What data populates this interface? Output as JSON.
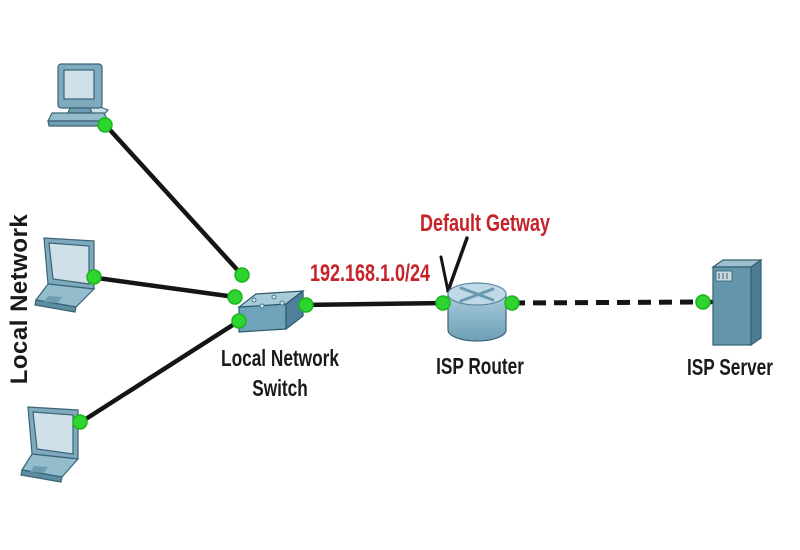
{
  "diagram": {
    "type": "network-topology",
    "side_label": "Local Network",
    "annotations": {
      "subnet_label": "192.168.1.0/24",
      "gateway_label": "Default Getway"
    },
    "device_labels": {
      "switch": "Local Network Switch",
      "router": "ISP Router",
      "server": "ISP Server"
    },
    "nodes": [
      {
        "id": "pc1",
        "type": "desktop-pc",
        "zone": "Local Network"
      },
      {
        "id": "laptop1",
        "type": "laptop",
        "zone": "Local Network"
      },
      {
        "id": "laptop2",
        "type": "laptop",
        "zone": "Local Network"
      },
      {
        "id": "switch1",
        "type": "switch",
        "label": "Local Network Switch",
        "zone": "Local Network"
      },
      {
        "id": "router1",
        "type": "router",
        "label": "ISP Router",
        "annotation": "Default Getway"
      },
      {
        "id": "server1",
        "type": "server",
        "label": "ISP Server"
      }
    ],
    "links": [
      {
        "from": "pc1",
        "to": "switch1",
        "style": "solid",
        "status": "up"
      },
      {
        "from": "laptop1",
        "to": "switch1",
        "style": "solid",
        "status": "up"
      },
      {
        "from": "laptop2",
        "to": "switch1",
        "style": "solid",
        "status": "up"
      },
      {
        "from": "switch1",
        "to": "router1",
        "style": "solid",
        "status": "up",
        "subnet": "192.168.1.0/24"
      },
      {
        "from": "router1",
        "to": "server1",
        "style": "dashed",
        "status": "up"
      }
    ],
    "colors": {
      "annotation_red": "#c6222a",
      "label_black": "#1a1a1a",
      "link_black": "#151515",
      "status_green": "#2ed52e"
    }
  }
}
